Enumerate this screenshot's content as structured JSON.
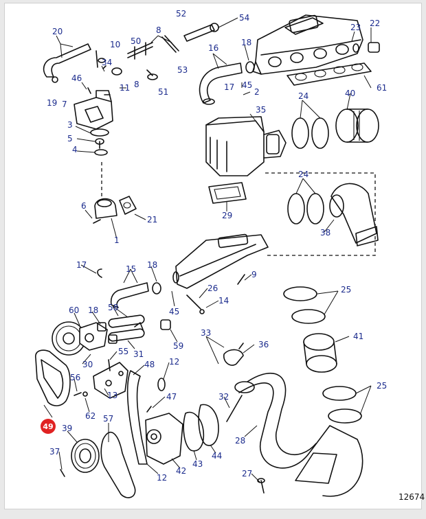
{
  "figure_number": "12674",
  "highlighted": {
    "label": "49",
    "color": "#e02222"
  },
  "callout_color": "#1a2a8c",
  "callouts": [
    {
      "id": "c20",
      "label": "20"
    },
    {
      "id": "c10",
      "label": "10"
    },
    {
      "id": "c50",
      "label": "50"
    },
    {
      "id": "c8a",
      "label": "8"
    },
    {
      "id": "c52",
      "label": "52"
    },
    {
      "id": "c54",
      "label": "54"
    },
    {
      "id": "c22",
      "label": "22"
    },
    {
      "id": "c23",
      "label": "23"
    },
    {
      "id": "c18a",
      "label": "18"
    },
    {
      "id": "c16",
      "label": "16"
    },
    {
      "id": "c34",
      "label": "34"
    },
    {
      "id": "c46",
      "label": "46"
    },
    {
      "id": "c53",
      "label": "53"
    },
    {
      "id": "c8b",
      "label": "8"
    },
    {
      "id": "c11",
      "label": "11"
    },
    {
      "id": "c51",
      "label": "51"
    },
    {
      "id": "c19",
      "label": "19"
    },
    {
      "id": "c7",
      "label": "7"
    },
    {
      "id": "c17a",
      "label": "17"
    },
    {
      "id": "c45a",
      "label": "45"
    },
    {
      "id": "c2",
      "label": "2"
    },
    {
      "id": "c61",
      "label": "61"
    },
    {
      "id": "c24a",
      "label": "24"
    },
    {
      "id": "c40",
      "label": "40"
    },
    {
      "id": "c3",
      "label": "3"
    },
    {
      "id": "c35",
      "label": "35"
    },
    {
      "id": "c5",
      "label": "5"
    },
    {
      "id": "c4",
      "label": "4"
    },
    {
      "id": "c24b",
      "label": "24"
    },
    {
      "id": "c6",
      "label": "6"
    },
    {
      "id": "c21",
      "label": "21"
    },
    {
      "id": "c29",
      "label": "29"
    },
    {
      "id": "c38",
      "label": "38"
    },
    {
      "id": "c1",
      "label": "1"
    },
    {
      "id": "c17b",
      "label": "17"
    },
    {
      "id": "c15",
      "label": "15"
    },
    {
      "id": "c18b",
      "label": "18"
    },
    {
      "id": "c9",
      "label": "9"
    },
    {
      "id": "c26",
      "label": "26"
    },
    {
      "id": "c25a",
      "label": "25"
    },
    {
      "id": "c58",
      "label": "58"
    },
    {
      "id": "c14",
      "label": "14"
    },
    {
      "id": "c60",
      "label": "60"
    },
    {
      "id": "c18c",
      "label": "18"
    },
    {
      "id": "c45b",
      "label": "45"
    },
    {
      "id": "c59",
      "label": "59"
    },
    {
      "id": "c33",
      "label": "33"
    },
    {
      "id": "c36",
      "label": "36"
    },
    {
      "id": "c41",
      "label": "41"
    },
    {
      "id": "c55",
      "label": "55"
    },
    {
      "id": "c31",
      "label": "31"
    },
    {
      "id": "c30",
      "label": "30"
    },
    {
      "id": "c48",
      "label": "48"
    },
    {
      "id": "c12a",
      "label": "12"
    },
    {
      "id": "c56",
      "label": "56"
    },
    {
      "id": "c13",
      "label": "13"
    },
    {
      "id": "c25b",
      "label": "25"
    },
    {
      "id": "c47",
      "label": "47"
    },
    {
      "id": "c62",
      "label": "62"
    },
    {
      "id": "c32",
      "label": "32"
    },
    {
      "id": "c57",
      "label": "57"
    },
    {
      "id": "c39",
      "label": "39"
    },
    {
      "id": "c28",
      "label": "28"
    },
    {
      "id": "c43",
      "label": "43"
    },
    {
      "id": "c44",
      "label": "44"
    },
    {
      "id": "c37",
      "label": "37"
    },
    {
      "id": "c42",
      "label": "42"
    },
    {
      "id": "c12b",
      "label": "12"
    },
    {
      "id": "c27",
      "label": "27"
    }
  ]
}
